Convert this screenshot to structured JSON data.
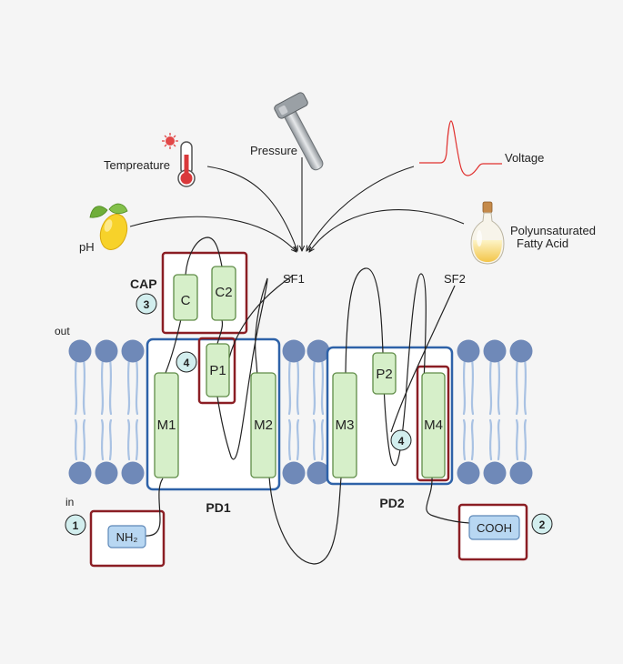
{
  "stimuli": {
    "temperature": "Tempreature",
    "pressure": "Pressure",
    "voltage": "Voltage",
    "ph": "pH",
    "pufa_line1": "Polyunsaturated",
    "pufa_line2": "Fatty Acid"
  },
  "labels": {
    "cap": "CAP",
    "out": "out",
    "in": "in",
    "sf1": "SF1",
    "sf2": "SF2",
    "pd1": "PD1",
    "pd2": "PD2"
  },
  "helices": {
    "c": "C",
    "c2": "C2",
    "p1": "P1",
    "p2": "P2",
    "m1": "M1",
    "m2": "M2",
    "m3": "M3",
    "m4": "M4"
  },
  "termini": {
    "nh2": "NH₂",
    "cooh": "COOH"
  },
  "markers": {
    "n_terminus": "1",
    "c_terminus": "2",
    "cap": "3",
    "p1_region": "4",
    "m4_region": "4"
  },
  "colors": {
    "background": "#f5f5f5",
    "domain_box": "#2e62a8",
    "highlight_box": "#8b1e24",
    "helix_fill": "#d6efc9",
    "helix_stroke": "#5f8c47",
    "lipid_head": "#6f89b8",
    "lipid_tail": "#a9c2e3",
    "terminus_fill": "#b8d7f2",
    "marker_fill": "#d2eeee"
  }
}
